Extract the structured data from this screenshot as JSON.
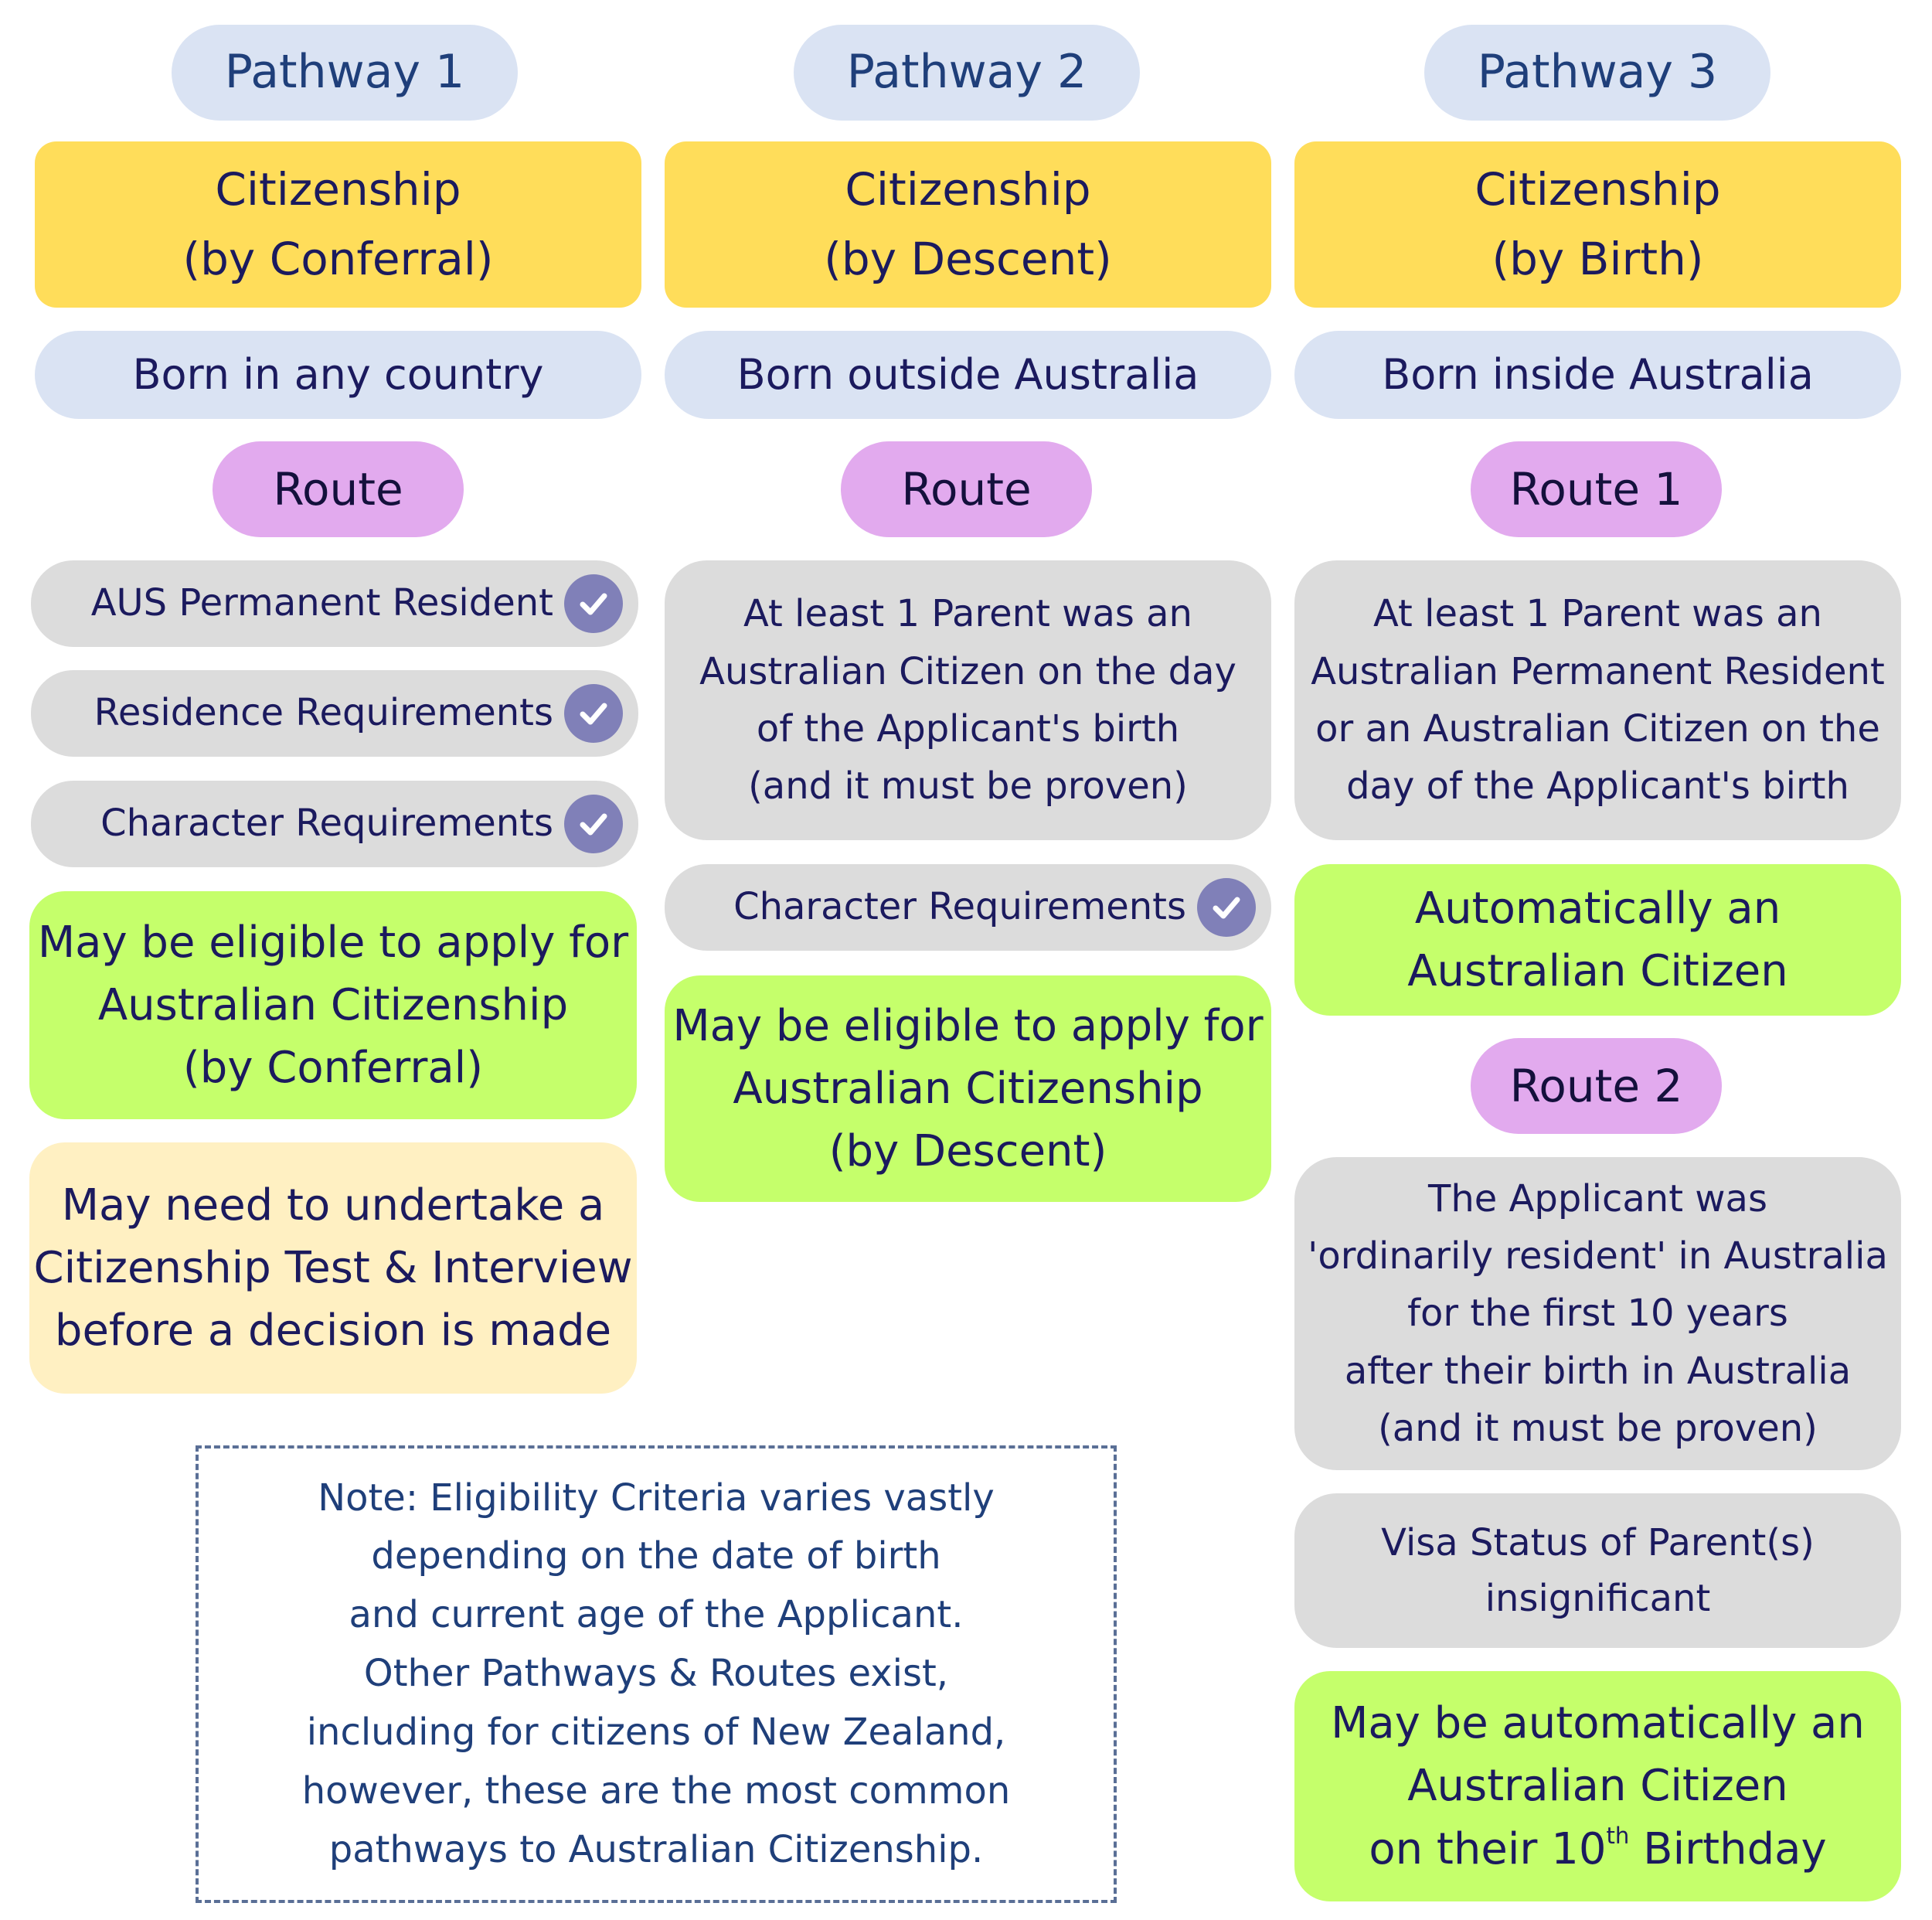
{
  "colors": {
    "pathway_pill": "#dae3f3",
    "citizenship_box": "#ffdd5a",
    "route_pill": "#e2aaee",
    "criteria_box": "#dcdcdc",
    "outcome_box": "#c5ff6b",
    "test_box": "#fff0c2",
    "check_circle": "#8080b8",
    "text": "#1b1a5e"
  },
  "pathway1": {
    "title": "Pathway 1",
    "citizenship": [
      "Citizenship",
      "(by Conferral)"
    ],
    "born": "Born in any country",
    "route": "Route",
    "requirements": [
      "AUS Permanent Resident",
      "Residence Requirements",
      "Character Requirements"
    ],
    "requirement_icon": "check-circle-icon",
    "outcome": [
      "May be eligible to apply for",
      "Australian Citizenship",
      "(by Conferral)"
    ],
    "test_note": [
      "May need to undertake a",
      "Citizenship Test & Interview",
      "before a decision is made"
    ]
  },
  "pathway2": {
    "title": "Pathway 2",
    "citizenship": [
      "Citizenship",
      "(by Descent)"
    ],
    "born": "Born outside Australia",
    "route": "Route",
    "criteria": [
      "At least 1 Parent was an",
      "Australian Citizen on the day",
      "of the Applicant's birth",
      "(and it must be proven)"
    ],
    "requirement": "Character Requirements",
    "requirement_icon": "check-circle-icon",
    "outcome": [
      "May be eligible to apply for",
      "Australian Citizenship",
      "(by Descent)"
    ]
  },
  "pathway3": {
    "title": "Pathway 3",
    "citizenship": [
      "Citizenship",
      "(by Birth)"
    ],
    "born": "Born inside Australia",
    "route1": "Route 1",
    "route1_criteria": [
      "At least 1 Parent was an",
      "Australian Permanent Resident",
      "or an Australian Citizen on the",
      "day of the Applicant's birth"
    ],
    "route1_outcome": [
      "Automatically an",
      "Australian Citizen"
    ],
    "route2": "Route 2",
    "route2_criteria": [
      "The Applicant was",
      "'ordinarily resident' in Australia",
      "for the first 10 years",
      "after their birth in Australia",
      "(and it must be proven)"
    ],
    "route2_visa": [
      "Visa Status of Parent(s)",
      "insignificant"
    ],
    "route2_outcome": [
      "May be automatically an",
      "Australian Citizen"
    ],
    "route2_outcome_last": {
      "prefix": "on their 10",
      "sup": "th",
      "suffix": " Birthday"
    }
  },
  "note": [
    "Note: Eligibility Criteria varies vastly",
    "depending on the date of birth",
    "and current age of the Applicant.",
    "Other Pathways & Routes exist,",
    "including for citizens of New Zealand,",
    "however, these are the most common",
    "pathways to Australian Citizenship."
  ]
}
